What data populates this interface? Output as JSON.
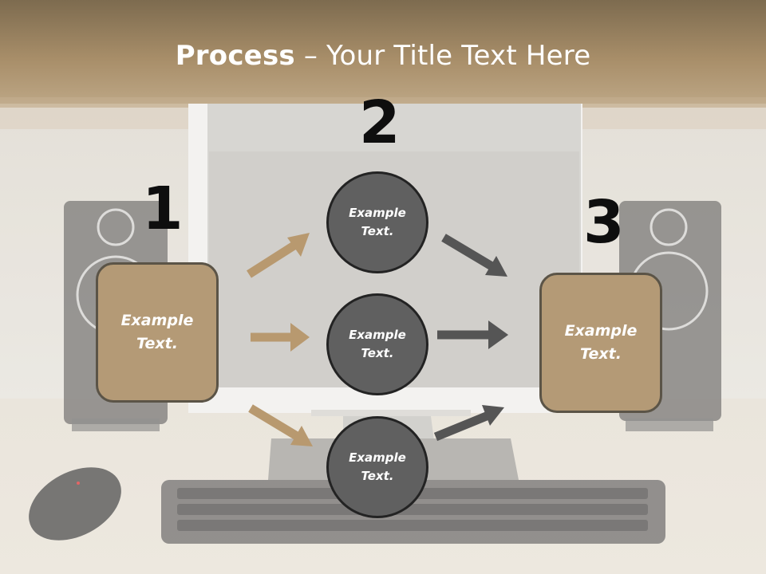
{
  "slide": {
    "title_bold": "Process",
    "title_rest": " – Your Title Text Here"
  },
  "steps": {
    "one": "1",
    "two": "2",
    "three": "3"
  },
  "left_box": {
    "text": "Example\nText."
  },
  "right_box": {
    "text": "Example\nText."
  },
  "circles": [
    {
      "text": "Example\nText."
    },
    {
      "text": "Example\nText."
    },
    {
      "text": "Example\nText."
    }
  ],
  "colors": {
    "tan": "#b49a76",
    "dark_gray": "#606060",
    "arrow_tan": "#b8996f",
    "arrow_gray": "#555555"
  }
}
